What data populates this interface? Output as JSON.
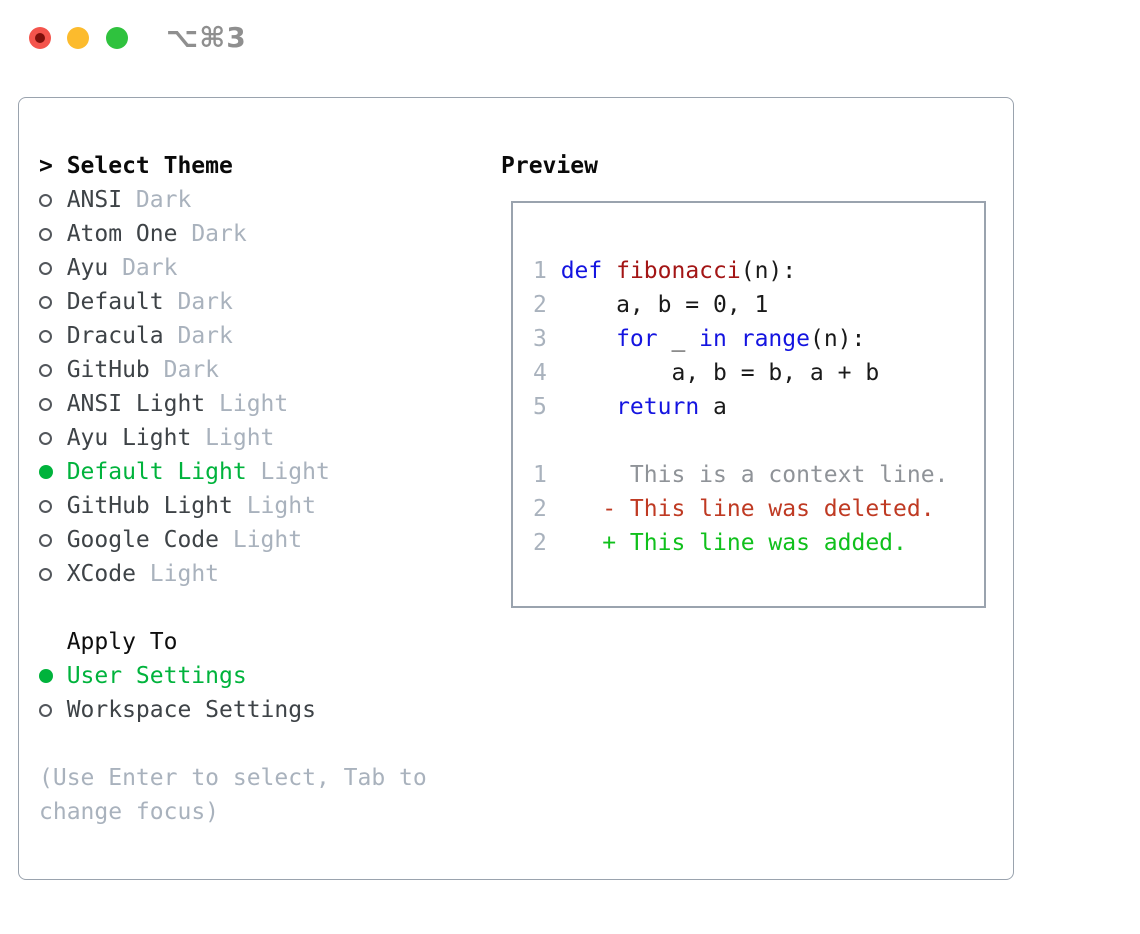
{
  "titlebar": {
    "title": "⌥⌘3",
    "buttons": [
      {
        "name": "close",
        "color": "#f4544c"
      },
      {
        "name": "minimize",
        "color": "#fcbb2d"
      },
      {
        "name": "zoom",
        "color": "#2fc23e"
      }
    ]
  },
  "panel": {
    "theme_list": {
      "pointer": ">",
      "heading": "Select Theme",
      "items": [
        {
          "name": "ANSI",
          "variant": "Dark",
          "selected": false
        },
        {
          "name": "Atom One",
          "variant": "Dark",
          "selected": false
        },
        {
          "name": "Ayu",
          "variant": "Dark",
          "selected": false
        },
        {
          "name": "Default",
          "variant": "Dark",
          "selected": false
        },
        {
          "name": "Dracula",
          "variant": "Dark",
          "selected": false
        },
        {
          "name": "GitHub",
          "variant": "Dark",
          "selected": false
        },
        {
          "name": "ANSI Light",
          "variant": "Light",
          "selected": false
        },
        {
          "name": "Ayu Light",
          "variant": "Light",
          "selected": false
        },
        {
          "name": "Default Light",
          "variant": "Light",
          "selected": true
        },
        {
          "name": "GitHub Light",
          "variant": "Light",
          "selected": false
        },
        {
          "name": "Google Code",
          "variant": "Light",
          "selected": false
        },
        {
          "name": "XCode",
          "variant": "Light",
          "selected": false
        }
      ]
    },
    "apply_to": {
      "heading": "Apply To",
      "options": [
        {
          "label": "User Settings",
          "selected": true
        },
        {
          "label": "Workspace Settings",
          "selected": false
        }
      ]
    },
    "help": "(Use Enter to select, Tab to change focus)",
    "preview": {
      "heading": "Preview",
      "lines": [
        {
          "num": "1",
          "tokens": [
            {
              "text": "def",
              "style": "keyword"
            },
            {
              "text": " ",
              "style": "plain"
            },
            {
              "text": "fibonacci",
              "style": "function"
            },
            {
              "text": "(n):",
              "style": "plain"
            }
          ]
        },
        {
          "num": "2",
          "tokens": [
            {
              "text": "    a, b = 0, 1",
              "style": "plain"
            }
          ]
        },
        {
          "num": "3",
          "tokens": [
            {
              "text": "    ",
              "style": "plain"
            },
            {
              "text": "for",
              "style": "keyword"
            },
            {
              "text": " _ ",
              "style": "plain"
            },
            {
              "text": "in",
              "style": "keyword"
            },
            {
              "text": " ",
              "style": "plain"
            },
            {
              "text": "range",
              "style": "keyword"
            },
            {
              "text": "(n):",
              "style": "plain"
            }
          ]
        },
        {
          "num": "4",
          "tokens": [
            {
              "text": "        a, b = b, a + b",
              "style": "plain"
            }
          ]
        },
        {
          "num": "5",
          "tokens": [
            {
              "text": "    ",
              "style": "plain"
            },
            {
              "text": "return",
              "style": "keyword"
            },
            {
              "text": " a",
              "style": "plain"
            }
          ]
        },
        {
          "num": "",
          "tokens": []
        },
        {
          "num": "1",
          "tokens": [
            {
              "text": "     This is a context line.",
              "style": "context"
            }
          ]
        },
        {
          "num": "2",
          "tokens": [
            {
              "text": "   - This line was deleted.",
              "style": "deleted"
            }
          ]
        },
        {
          "num": "2",
          "tokens": [
            {
              "text": "   + This line was added.",
              "style": "added"
            }
          ]
        }
      ]
    }
  },
  "colors": {
    "accent_green": "#00b33c",
    "keyword_blue": "#1414e0",
    "function_red": "#a31515",
    "deleted_red": "#bf3a23",
    "added_green": "#10c01c",
    "muted_gray": "#a9b2bd",
    "context_gray": "#8f9398",
    "text_dark": "#3e4347",
    "border_gray": "#9aa3ae"
  }
}
